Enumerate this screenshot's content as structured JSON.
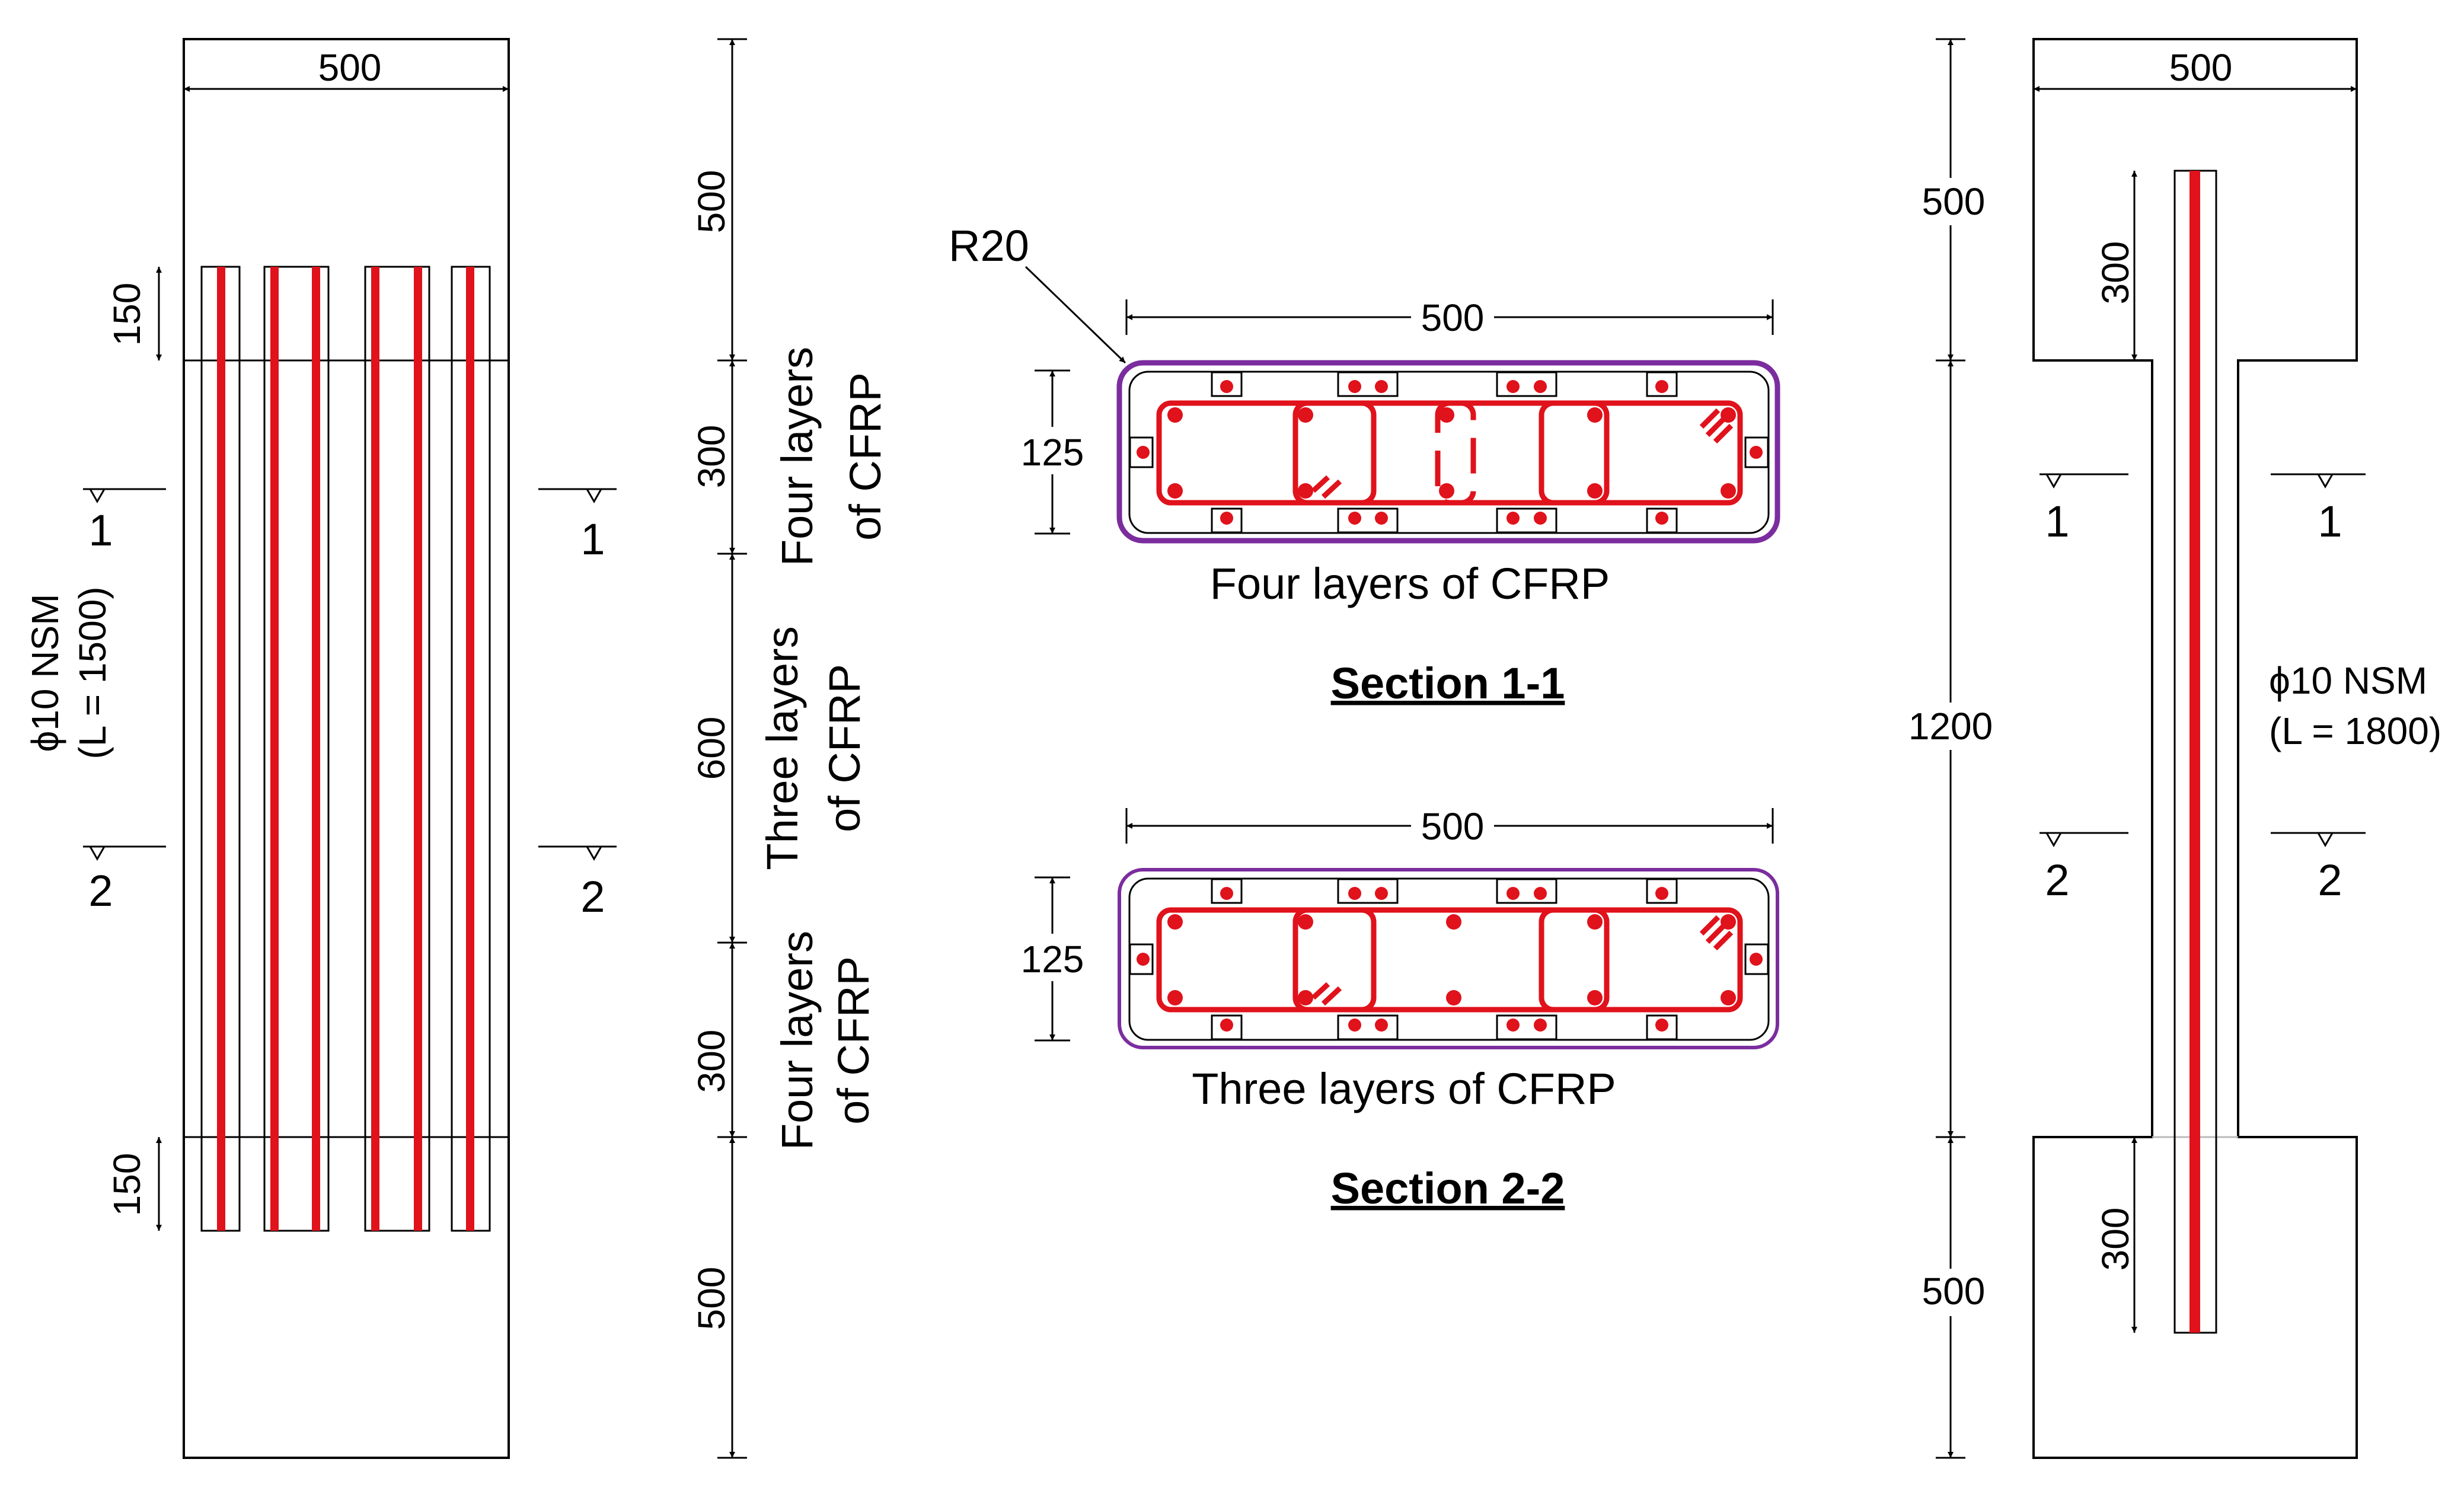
{
  "elevation_front": {
    "width_dim": "500",
    "anchor_dim_top": "150",
    "anchor_dim_bottom": "150",
    "cut_1_left": "1",
    "cut_1_right": "1",
    "cut_2_left": "2",
    "cut_2_right": "2",
    "nsm_label_1": "ϕ10 NSM",
    "nsm_label_2": "(L = 1500)"
  },
  "vertical_dims": {
    "d1": "500",
    "d2": "300",
    "d3": "600",
    "d4": "300",
    "d5": "500",
    "zone_top_1": "Four layers",
    "zone_top_2": "of CFRP",
    "zone_mid_1": "Three layers",
    "zone_mid_2": "of CFRP",
    "zone_bot_1": "Four layers",
    "zone_bot_2": "of CFRP"
  },
  "section_1": {
    "radius_label": "R20",
    "width_dim": "500",
    "depth_dim": "125",
    "caption": "Four layers of CFRP",
    "title": "Section 1-1"
  },
  "section_2": {
    "width_dim": "500",
    "depth_dim": "125",
    "caption": "Three layers of CFRP",
    "title": "Section 2-2"
  },
  "elevation_side": {
    "width_dim": "500",
    "dim_top": "500",
    "dim_mid": "1200",
    "dim_bot": "500",
    "anchor_top": "300",
    "anchor_bot": "300",
    "cut_1_left": "1",
    "cut_1_right": "1",
    "cut_2_left": "2",
    "cut_2_right": "2",
    "nsm_label_1": "ϕ10 NSM",
    "nsm_label_2": "(L = 1800)"
  },
  "colors": {
    "cfrp_red": "#e0121b",
    "frp_purple": "#7b2d9e",
    "line": "#000000"
  }
}
